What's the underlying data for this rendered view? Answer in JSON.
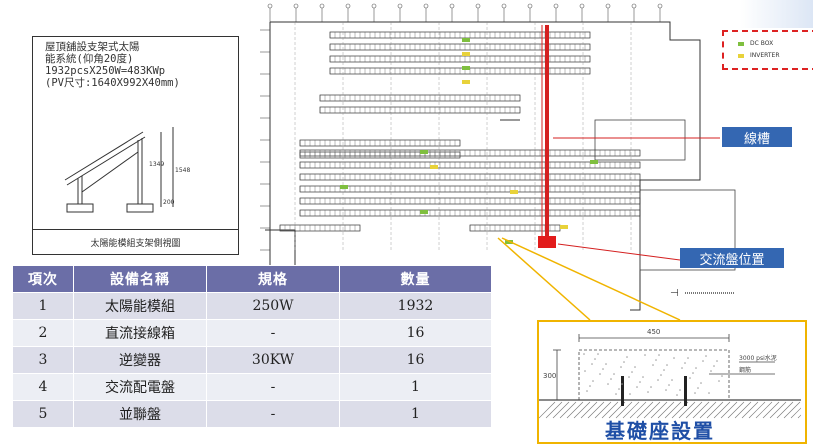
{
  "info_box": {
    "line1": "屋頂舖設支架式太陽",
    "line2": "能系統(仰角20度)",
    "line3": "1932pcsX250W=483KWp",
    "line4": "(PV尺寸:1640X992X40mm)",
    "caption": "太陽能模組支架側視圖",
    "dims": [
      "1349",
      "1548",
      "200"
    ]
  },
  "legend": {
    "items": [
      {
        "label": "DC BOX",
        "color": "#7fbf3f"
      },
      {
        "label": "INVERTER",
        "color": "#e8d23a"
      }
    ]
  },
  "callouts": {
    "trunking": "線槽",
    "ac_panel_location": "交流盤位置"
  },
  "table": {
    "headers": [
      "項次",
      "設備名稱",
      "規格",
      "數量"
    ],
    "rows": [
      {
        "no": "1",
        "name": "太陽能模組",
        "spec": "250W",
        "qty": "1932"
      },
      {
        "no": "2",
        "name": "直流接線箱",
        "spec": "-",
        "qty": "16"
      },
      {
        "no": "3",
        "name": "逆變器",
        "spec": "30KW",
        "qty": "16"
      },
      {
        "no": "4",
        "name": "交流配電盤",
        "spec": "-",
        "qty": "1"
      },
      {
        "no": "5",
        "name": "並聯盤",
        "spec": "-",
        "qty": "1"
      }
    ]
  },
  "foundation": {
    "title": "基礎座設置",
    "width_label": "450",
    "height_label": "300",
    "note1": "3000 psi水泥",
    "note2": "鋼筋"
  },
  "colors": {
    "table_header": "#6b6ea7",
    "callout_blue": "#3467b2",
    "cable_red": "#d42020",
    "foundation_border": "#f0b400"
  }
}
